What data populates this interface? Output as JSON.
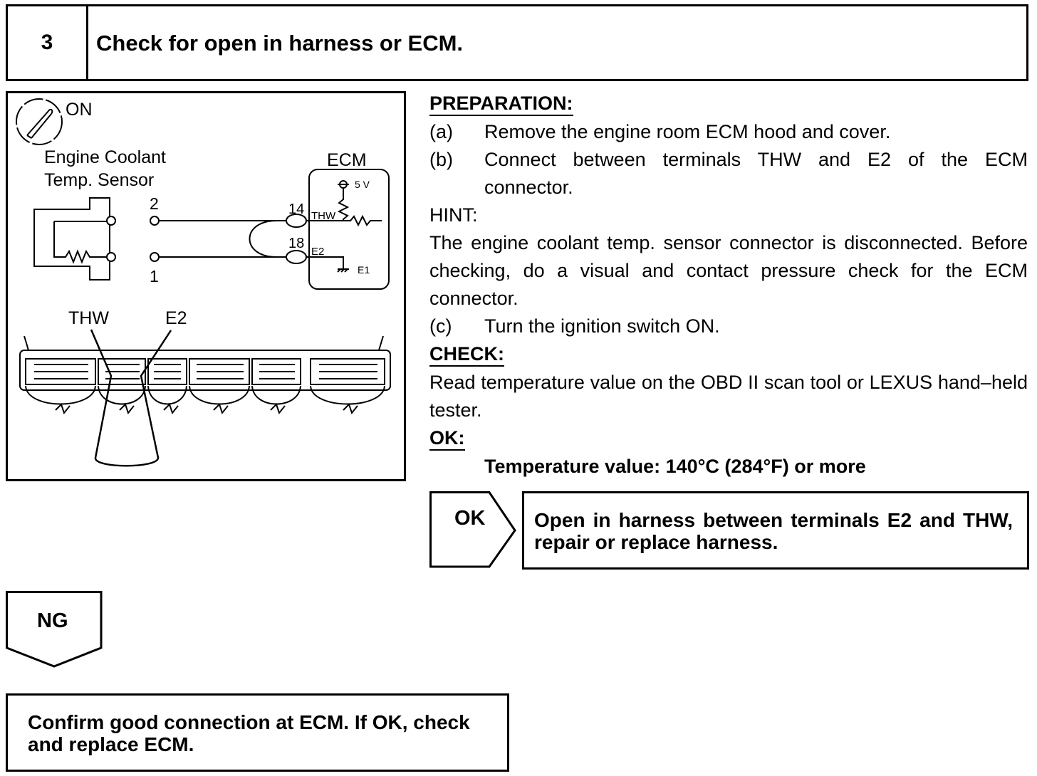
{
  "step": {
    "number": "3",
    "title": "Check for open in harness or ECM."
  },
  "diagram": {
    "ignition_label": "ON",
    "sensor_label_line1": "Engine Coolant",
    "sensor_label_line2": "Temp. Sensor",
    "ecm_label": "ECM",
    "voltage_label": "5 V",
    "pin_top": "2",
    "pin_bottom": "1",
    "terminal_top_number": "14",
    "terminal_bottom_number": "18",
    "terminal_top_name": "THW",
    "terminal_bottom_name": "E2",
    "ground_label": "E1",
    "connector_label_thw": "THW",
    "connector_label_e2": "E2"
  },
  "preparation": {
    "heading": "PREPARATION:",
    "a_label": "(a)",
    "a_text": "Remove the engine room ECM hood and cover.",
    "b_label": "(b)",
    "b_text": "Connect between terminals THW and E2 of the ECM connector."
  },
  "hint": {
    "heading": "HINT:",
    "text": "The engine coolant temp. sensor connector is disconnected. Before checking, do a visual and contact pressure check for the ECM connector."
  },
  "step_c": {
    "label": "(c)",
    "text": "Turn the ignition switch ON."
  },
  "check": {
    "heading": "CHECK:",
    "text": "Read temperature value on the OBD II scan tool or LEXUS hand–held tester."
  },
  "ok": {
    "heading": "OK:",
    "spec": "Temperature value: 140°C (284°F) or more",
    "arrow_label": "OK",
    "result": "Open in harness between terminals E2 and THW, repair or replace harness."
  },
  "ng": {
    "arrow_label": "NG",
    "result": "Confirm good connection at ECM. If OK, check and replace ECM."
  }
}
